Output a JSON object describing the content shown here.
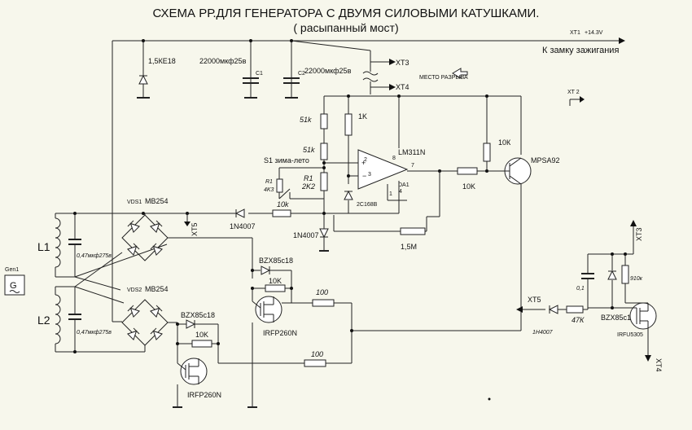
{
  "title": "СХЕМА РР.ДЛЯ ГЕНЕРАТОРА С ДВУМЯ СИЛОВЫМИ КАТУШКАМИ.",
  "subtitle": "( расыпанный мост)",
  "labels": {
    "xt1": "XT1",
    "xt1_voltage": "+14.3V",
    "ignition": "К замку зажигания",
    "xt3_top": "XT3",
    "xt4_top": "XT4",
    "break_place": "МЕСТО РАЗРЫВА",
    "xt2": "XT 2",
    "tvs": "1,5КЕ18",
    "c1_value": "22000мкф25в",
    "c1": "C1",
    "c2_value": "22000мкф25в",
    "c2": "C2",
    "r51k_a": "51k",
    "r51k_b": "51k",
    "r1k": "1K",
    "lm311": "LM311N",
    "da1": "DA1",
    "pin8": "8",
    "pin2": "2",
    "pin3": "3",
    "pin7": "7",
    "pin1": "1",
    "pin4": "4",
    "s1": "S1 зима-лето",
    "r1": "R1",
    "r1_value": "2K2",
    "r4k3_name": "R1",
    "r4k3_value": "4K3",
    "zener_2c168": "2C168B",
    "r10k_ctl": "10К",
    "r10k_base": "10K",
    "mpsa92": "MPSA92",
    "r15m": "1,5M",
    "vds1": "VDS1",
    "mb254_1": "MB254",
    "d_1n4007_a": "1N4007",
    "r10k_line": "10k",
    "xt5_mid": "XT5",
    "d_1n4007_b": "1N4007",
    "l1": "L1",
    "l2": "L2",
    "gen1": "Gen1",
    "gen_symbol": "G",
    "c_top": "0,47мкф275в",
    "c_bottom": "0,47мкф275в",
    "vds2": "VDS2",
    "mb254_2": "MB254",
    "bzx_top": "BZX85c18",
    "r10k_gate_top": "10K",
    "irfp_top": "IRFP260N",
    "r100_top": "100",
    "bzx_bot": "BZX85c18",
    "r10k_gate_bot": "10K",
    "irfp_bot": "IRFP260N",
    "r100_bot": "100",
    "xt3_right": "XT3",
    "c01": "0,1",
    "r910k": "910к",
    "xt5_right": "XT5",
    "d_1n4007_c": "1Н4007",
    "r47k": "47К",
    "bzx_right": "BZX85c18",
    "irfu": "IRFU5305",
    "xt4_right": "XT4"
  }
}
